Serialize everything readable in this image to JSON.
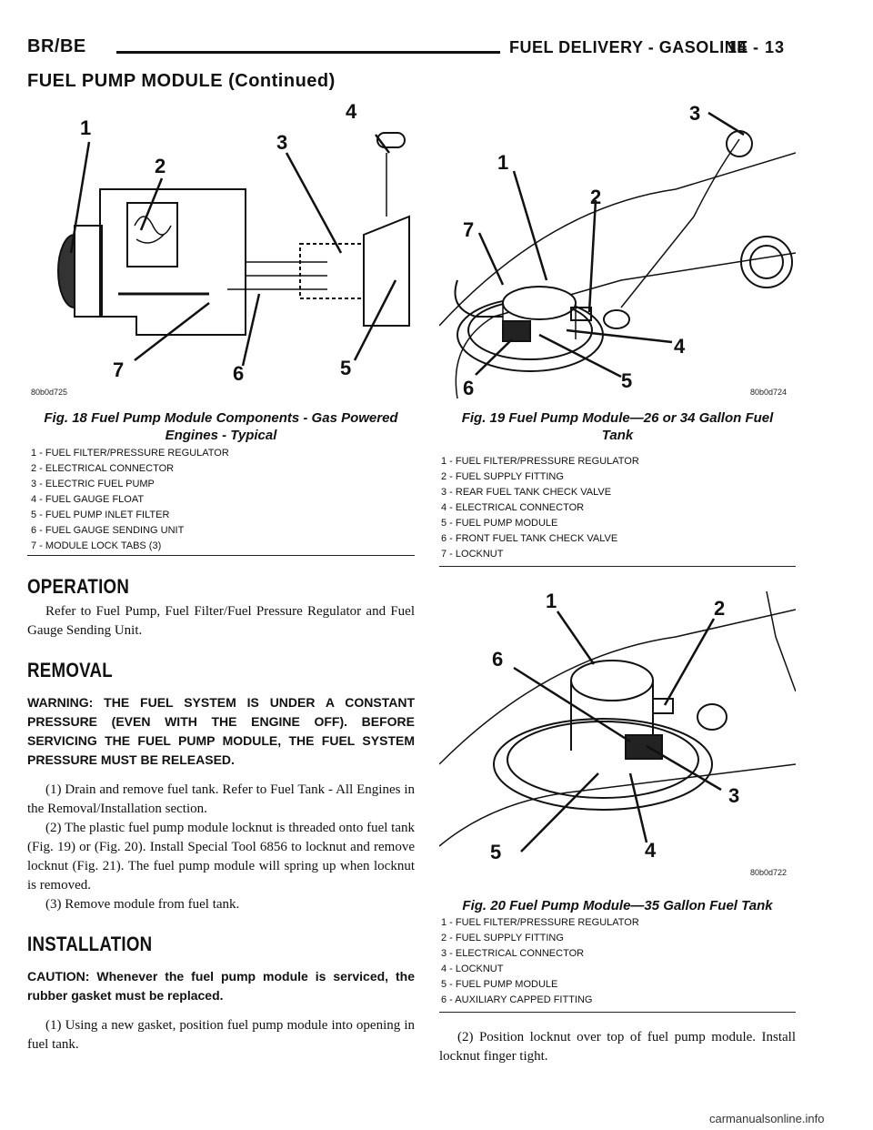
{
  "header": {
    "left": "BR/BE",
    "right": "FUEL DELIVERY - GASOLINE",
    "page": "14 - 13"
  },
  "section_continued": "FUEL PUMP MODULE (Continued)",
  "fig18": {
    "id": "80b0d725",
    "callouts": [
      "1",
      "2",
      "3",
      "4",
      "5",
      "6",
      "7"
    ],
    "caption": "Fig. 18 Fuel Pump Module Components - Gas Powered Engines - Typical",
    "legend": [
      "1 - FUEL FILTER/PRESSURE REGULATOR",
      "2 - ELECTRICAL CONNECTOR",
      "3 - ELECTRIC FUEL PUMP",
      "4 - FUEL GAUGE FLOAT",
      "5 - FUEL PUMP INLET FILTER",
      "6 - FUEL GAUGE SENDING UNIT",
      "7 - MODULE LOCK TABS (3)"
    ]
  },
  "fig19": {
    "id": "80b0d724",
    "callouts": [
      "1",
      "2",
      "3",
      "4",
      "5",
      "6",
      "7"
    ],
    "caption": "Fig. 19 Fuel Pump Module—26 or 34 Gallon Fuel Tank",
    "legend": [
      "1 - FUEL FILTER/PRESSURE REGULATOR",
      "2 - FUEL SUPPLY FITTING",
      "3 - REAR FUEL TANK CHECK VALVE",
      "4 - ELECTRICAL CONNECTOR",
      "5 - FUEL PUMP MODULE",
      "6 - FRONT FUEL TANK CHECK VALVE",
      "7 - LOCKNUT"
    ]
  },
  "fig20": {
    "id": "80b0d722",
    "callouts": [
      "1",
      "2",
      "3",
      "4",
      "5",
      "6"
    ],
    "caption": "Fig. 20 Fuel Pump Module—35 Gallon Fuel Tank",
    "legend": [
      "1 - FUEL FILTER/PRESSURE REGULATOR",
      "2 - FUEL SUPPLY FITTING",
      "3 - ELECTRICAL CONNECTOR",
      "4 - LOCKNUT",
      "5 - FUEL PUMP MODULE",
      "6 - AUXILIARY CAPPED FITTING"
    ]
  },
  "operation": {
    "heading": "OPERATION",
    "text": "Refer to Fuel Pump, Fuel Filter/Fuel Pressure Regulator and Fuel Gauge Sending Unit."
  },
  "removal": {
    "heading": "REMOVAL",
    "warning": "WARNING: THE FUEL SYSTEM IS UNDER A CONSTANT PRESSURE (EVEN WITH THE ENGINE OFF). BEFORE SERVICING THE FUEL PUMP MODULE, THE FUEL SYSTEM PRESSURE MUST BE RELEASED.",
    "steps": [
      "(1) Drain and remove fuel tank. Refer to Fuel Tank - All Engines in the Removal/Installation section.",
      "(2) The plastic fuel pump module locknut is threaded onto fuel tank (Fig. 19) or (Fig. 20). Install Special Tool 6856 to locknut and remove locknut (Fig. 21). The fuel pump module will spring up when locknut is removed.",
      "(3) Remove module from fuel tank."
    ]
  },
  "installation": {
    "heading": "INSTALLATION",
    "caution": "CAUTION: Whenever the fuel pump module is serviced, the rubber gasket must be replaced.",
    "steps": [
      "(1) Using a new gasket, position fuel pump module into opening in fuel tank.",
      "(2) Position locknut over top of fuel pump module. Install locknut finger tight."
    ]
  },
  "footer": {
    "watermark": "carmanualsonline.info"
  }
}
